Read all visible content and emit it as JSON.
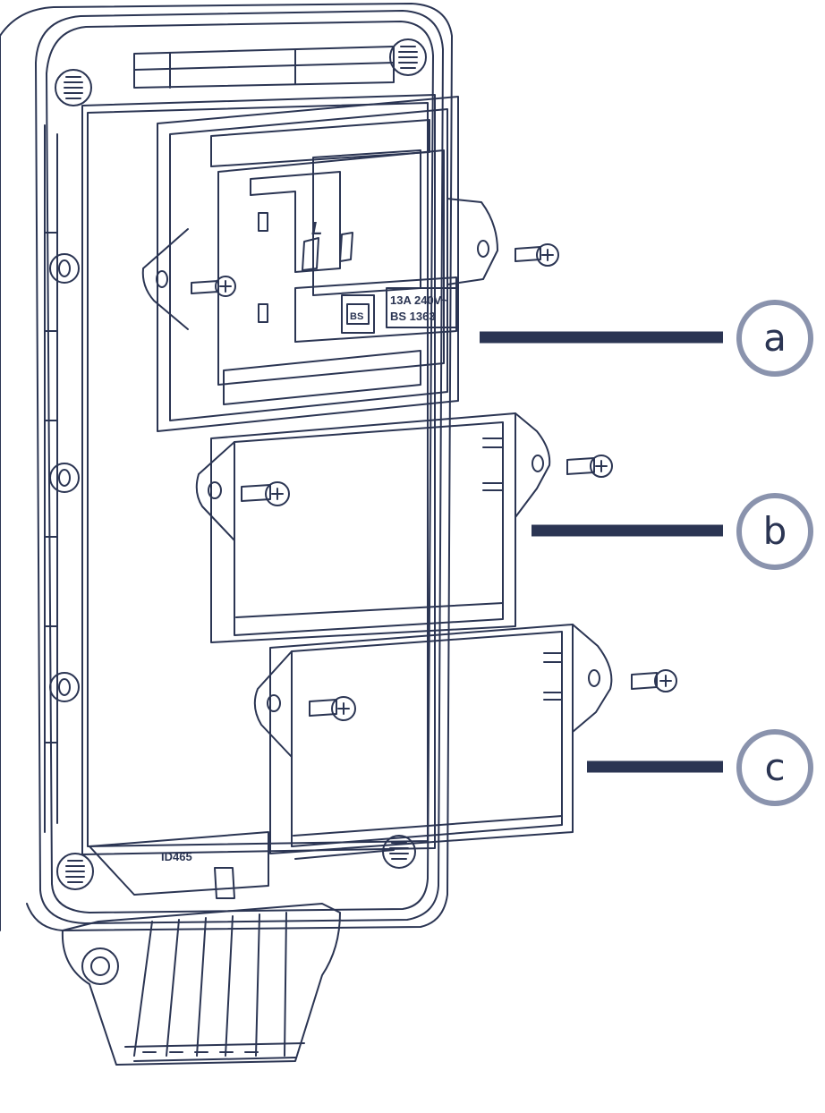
{
  "callouts": [
    {
      "letter": "a"
    },
    {
      "letter": "b"
    },
    {
      "letter": "c"
    }
  ],
  "socket_markings": {
    "live_letter": "L",
    "rating_line1": "13A 240V~",
    "rating_line2": "BS 1363",
    "logo": "BS"
  },
  "housing_markings": {
    "model_code": "ID465"
  },
  "colors": {
    "line": "#2b3553",
    "callout_bar": "#2b3553",
    "callout_ring": "#8a93ad",
    "background": "#ffffff"
  }
}
